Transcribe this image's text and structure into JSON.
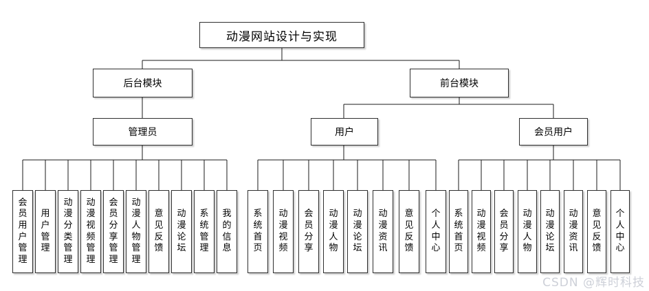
{
  "diagram": {
    "title": "动漫网站设计与实现",
    "level2": {
      "backend": "后台模块",
      "frontend": "前台模块"
    },
    "level3": {
      "admin": "管理员",
      "user": "用户",
      "member": "会员用户"
    },
    "admin_children": [
      "会员用户管理",
      "用户管理",
      "动漫分类管理",
      "动漫视频管理",
      "会员分享管理",
      "动漫人物管理",
      "意见反馈",
      "动漫论坛",
      "系统管理",
      "我的信息"
    ],
    "user_children": [
      "系统首页",
      "动漫视频",
      "会员分享",
      "动漫人物",
      "动漫论坛",
      "动漫资讯",
      "意见反馈",
      "个人中心"
    ],
    "member_children": [
      "系统首页",
      "动漫视频",
      "会员分享",
      "动漫人物",
      "动漫论坛",
      "动漫资讯",
      "意见反馈",
      "个人中心"
    ]
  },
  "watermark": "CSDN @辉时科技",
  "colors": {
    "line": "#1a1a1a",
    "box_border": "#2d2d2d",
    "box_fill": "#ffffff",
    "text": "#000000",
    "watermark": "#cdd0d8"
  }
}
